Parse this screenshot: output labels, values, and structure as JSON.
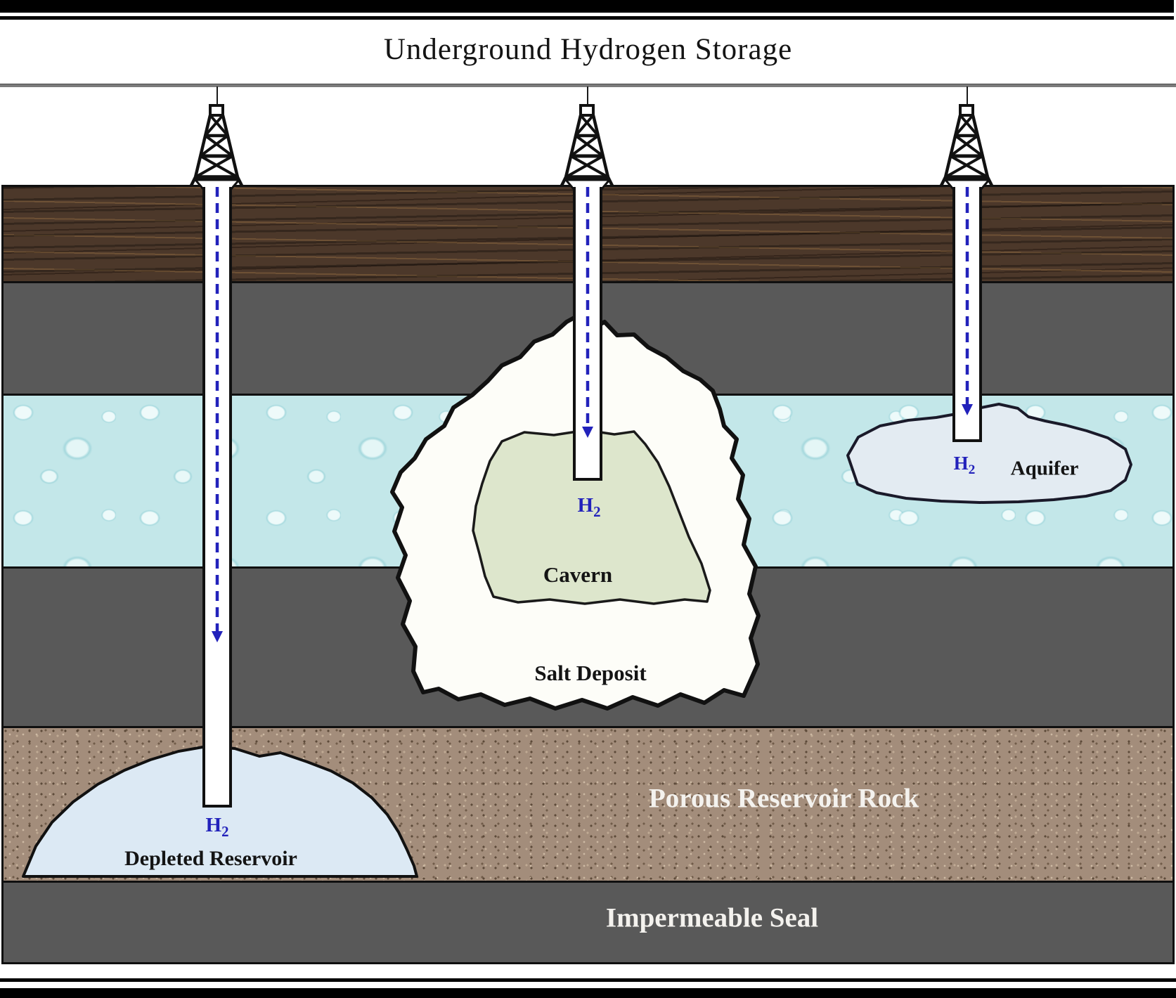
{
  "title": "Underground Hydrogen Storage",
  "wells": {
    "depleted": {
      "h2": "H",
      "h2_sub": "2",
      "label": "Depleted Reservoir"
    },
    "salt_cavern": {
      "h2": "H",
      "h2_sub": "2",
      "cavern_label": "Cavern",
      "deposit_label": "Salt Deposit"
    },
    "aquifer": {
      "h2": "H",
      "h2_sub": "2",
      "label": "Aquifer"
    }
  },
  "layers": {
    "porous_label": "Porous Reservoir Rock",
    "seal_label": "Impermeable Seal"
  },
  "colors": {
    "h2_arrow_blue": "#2222bb",
    "topsoil_brown": "#4c382a",
    "caprock_gray": "#595959",
    "water_layer_blue": "#c3e7e9",
    "porous_rock_tan": "#a38d7b",
    "salt_deposit_white": "#fdfdf8",
    "cavern_green": "#dde6cc",
    "stored_gas_pale_blue": "#dce9f4"
  }
}
